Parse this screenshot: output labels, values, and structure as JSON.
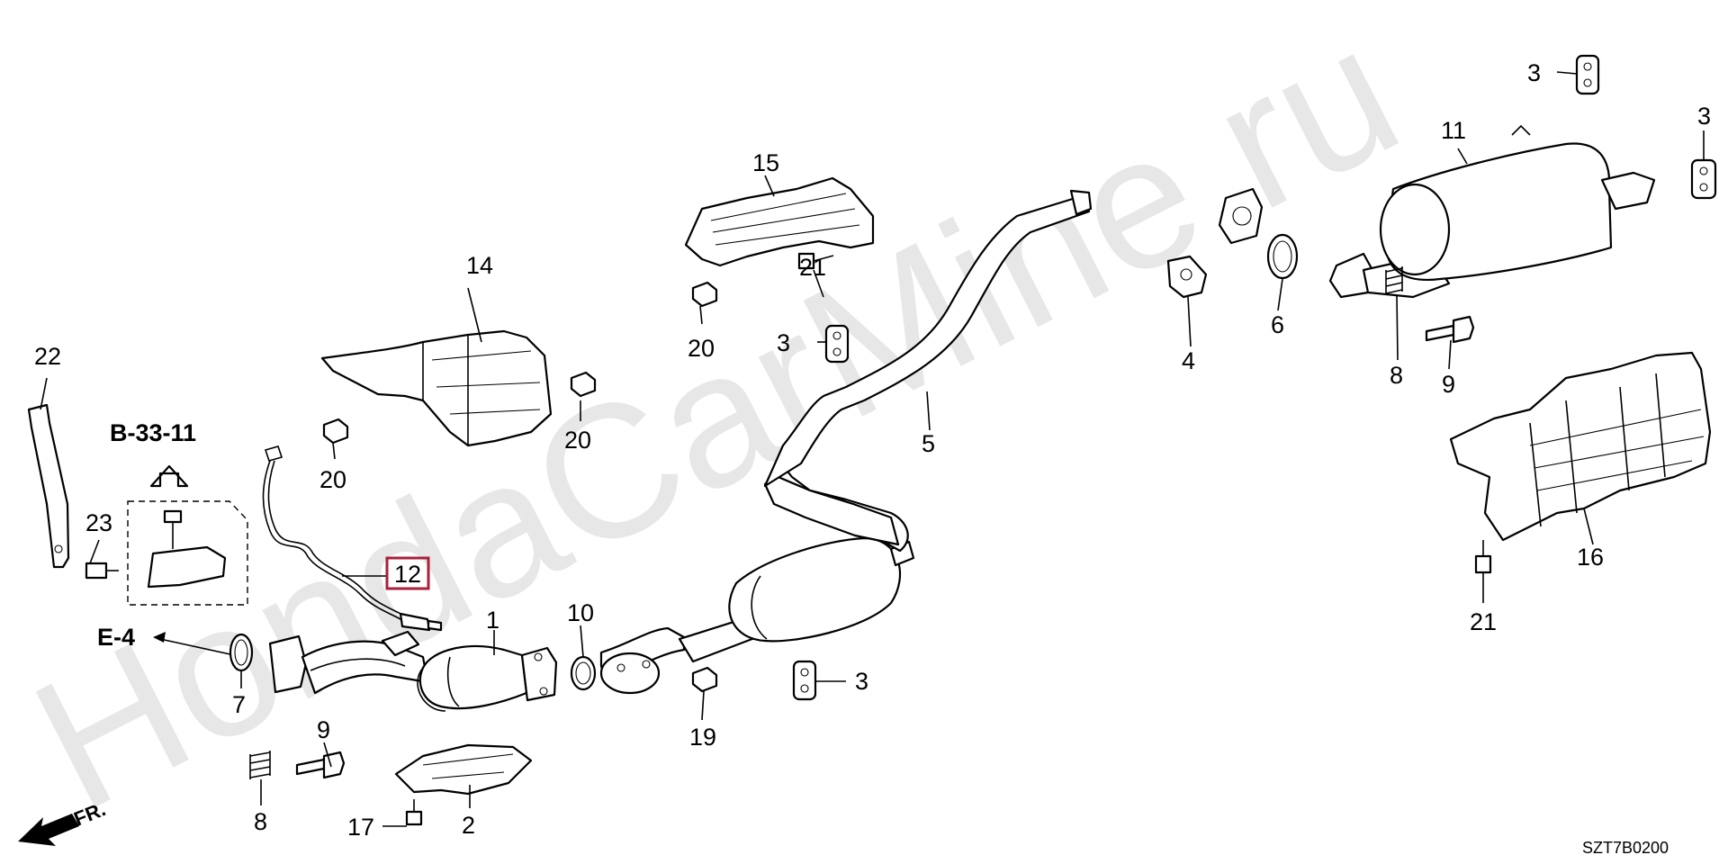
{
  "watermark": "HondaCarMine.ru",
  "diagram_code": "SZT7B0200",
  "ref_b": "B-33-11",
  "ref_e": "E-4",
  "front_marker": "FR.",
  "callouts": {
    "c1": "1",
    "c2": "2",
    "c3a": "3",
    "c3b": "3",
    "c3c": "3",
    "c3d": "3",
    "c4": "4",
    "c5": "5",
    "c6": "6",
    "c7": "7",
    "c8a": "8",
    "c8b": "8",
    "c9a": "9",
    "c9b": "9",
    "c10": "10",
    "c11": "11",
    "c12": "12",
    "c14": "14",
    "c15": "15",
    "c16": "16",
    "c17": "17",
    "c19": "19",
    "c20a": "20",
    "c20b": "20",
    "c20c": "20",
    "c21a": "21",
    "c21b": "21",
    "c22": "22",
    "c23": "23"
  },
  "colors": {
    "highlight": "#a8203a",
    "ink": "#000000",
    "watermark": "#e7e7e7"
  }
}
